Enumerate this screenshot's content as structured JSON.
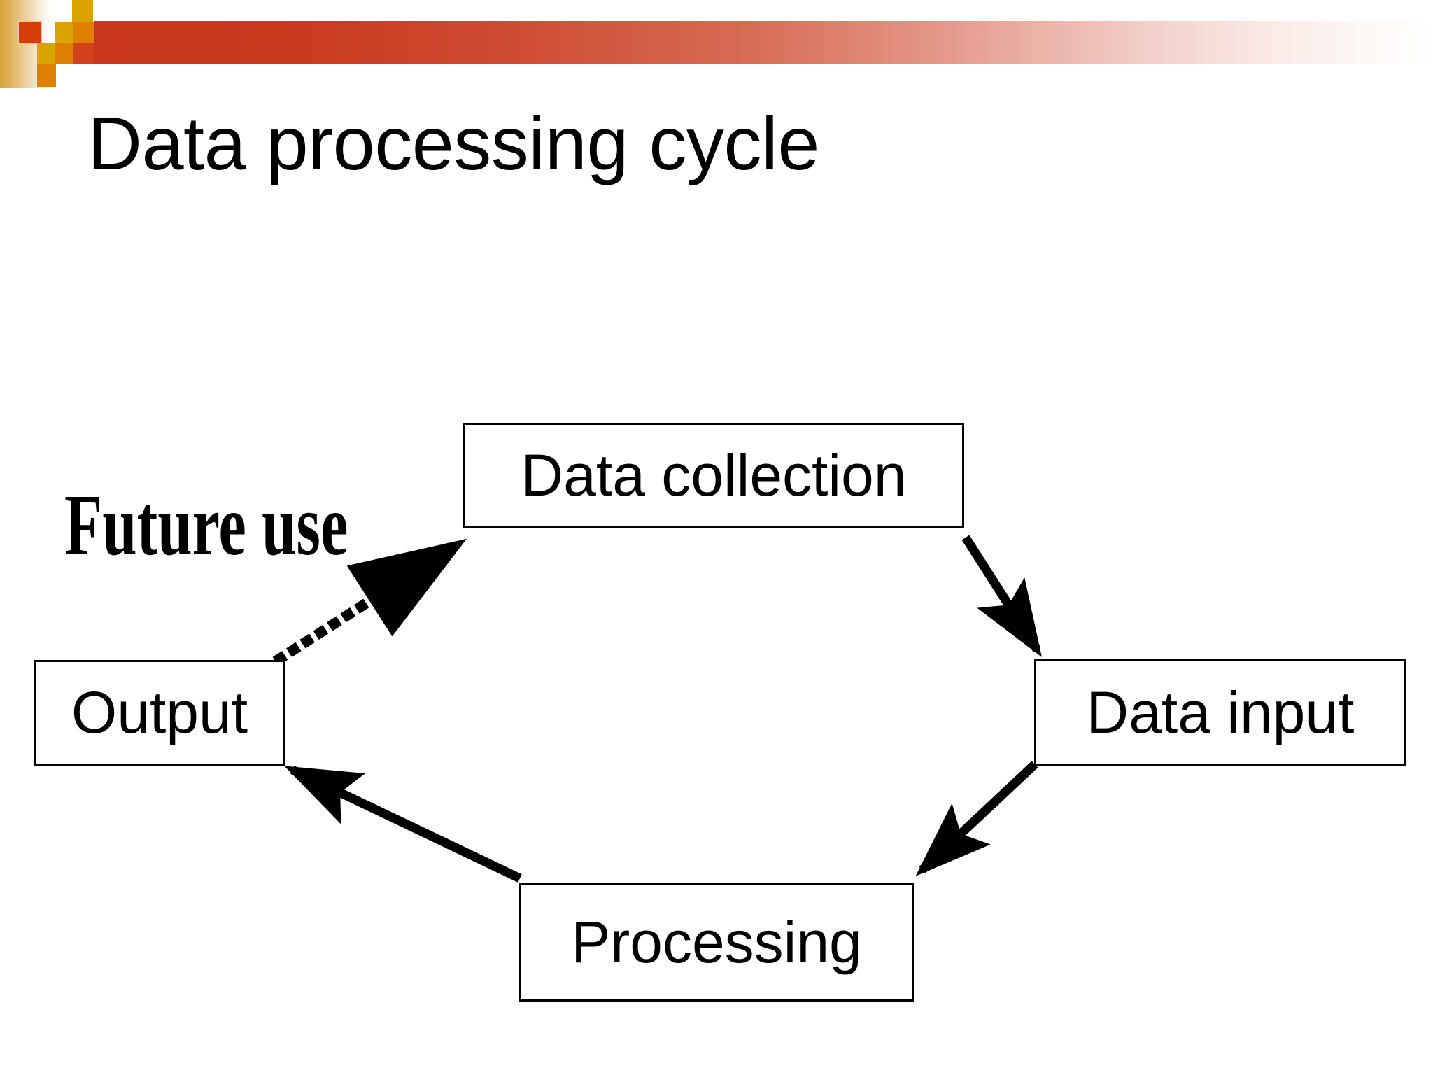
{
  "slide": {
    "title": "Data processing cycle",
    "background_color": "#ffffff"
  },
  "header": {
    "bar_color_left": "#c8371c",
    "bar_color_right": "#ffffff",
    "accent_gold": "#d9a400",
    "accent_orange": "#e08000",
    "accent_red": "#d63c06"
  },
  "diagram": {
    "type": "cycle-flowchart",
    "annotation": {
      "label": "Future use"
    },
    "nodes": [
      {
        "id": "data-collection",
        "label": "Data collection"
      },
      {
        "id": "data-input",
        "label": "Data input"
      },
      {
        "id": "processing",
        "label": "Processing"
      },
      {
        "id": "output",
        "label": "Output"
      }
    ],
    "edges": [
      {
        "from": "data-collection",
        "to": "data-input",
        "style": "solid",
        "arrow": "end"
      },
      {
        "from": "data-input",
        "to": "processing",
        "style": "solid",
        "arrow": "end"
      },
      {
        "from": "processing",
        "to": "output",
        "style": "solid",
        "arrow": "end"
      },
      {
        "from": "output",
        "to": "data-collection",
        "style": "dotted",
        "arrow": "end"
      }
    ]
  }
}
